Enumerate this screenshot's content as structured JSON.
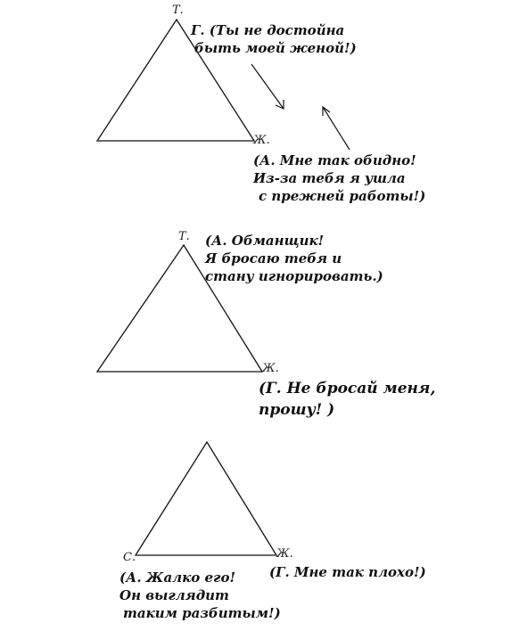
{
  "diagram1": {
    "vertex_top": "Т.",
    "vertex_right": "Ж.",
    "quote_top": [
      "Г. (Ты не достойна",
      "быть моей женой!)"
    ],
    "quote_right": [
      "(А. Мне так обидно!",
      "Из-за тебя я ушла",
      "с прежней работы!)"
    ]
  },
  "diagram2": {
    "vertex_top": "Т.",
    "vertex_right": "Ж.",
    "quote_top": [
      "(А. Обманщик!",
      "Я бросаю тебя и",
      "стану игнорировать.)"
    ],
    "quote_right": [
      "(Г. Не бросай меня,",
      "прошу! )"
    ]
  },
  "diagram3": {
    "vertex_left": "С.",
    "vertex_right": "Ж.",
    "quote_left": [
      "(А. Жалко его!",
      "Он выглядит",
      "таким разбитым!)"
    ],
    "quote_right": [
      "(Г. Мне так плохо!)"
    ]
  }
}
